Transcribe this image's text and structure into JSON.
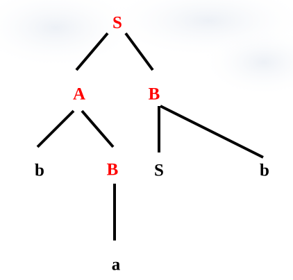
{
  "tree": {
    "colors": {
      "nonterminal": "#ff0000",
      "terminal": "#000000",
      "edge": "#000000"
    },
    "root": {
      "label": "S",
      "kind": "nonterminal",
      "children": [
        {
          "label": "A",
          "kind": "nonterminal",
          "children": [
            {
              "label": "b",
              "kind": "terminal"
            },
            {
              "label": "B",
              "kind": "nonterminal",
              "children": [
                {
                  "label": "a",
                  "kind": "terminal"
                }
              ]
            }
          ]
        },
        {
          "label": "B",
          "kind": "nonterminal",
          "children": [
            {
              "label": "S",
              "kind": "terminal"
            },
            {
              "label": "b",
              "kind": "terminal"
            }
          ]
        }
      ]
    }
  }
}
